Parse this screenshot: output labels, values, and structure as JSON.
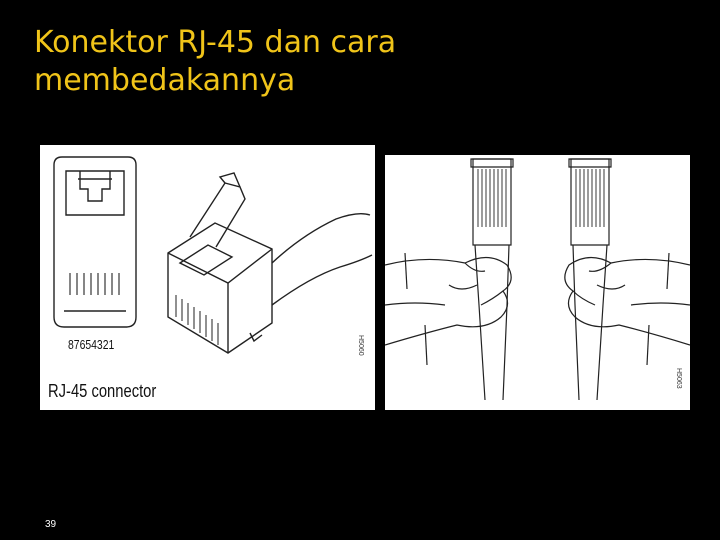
{
  "slide": {
    "title_line1": "Konektor RJ-45 dan cara",
    "title_line2": "membedakannya",
    "page_number": "39",
    "title_color": "#f0c419",
    "background": "#000000"
  },
  "figure": {
    "pinout_label": "87654321",
    "caption": "RJ-45 connector",
    "fig_id_left": "H5060",
    "fig_id_right": "H5063"
  }
}
